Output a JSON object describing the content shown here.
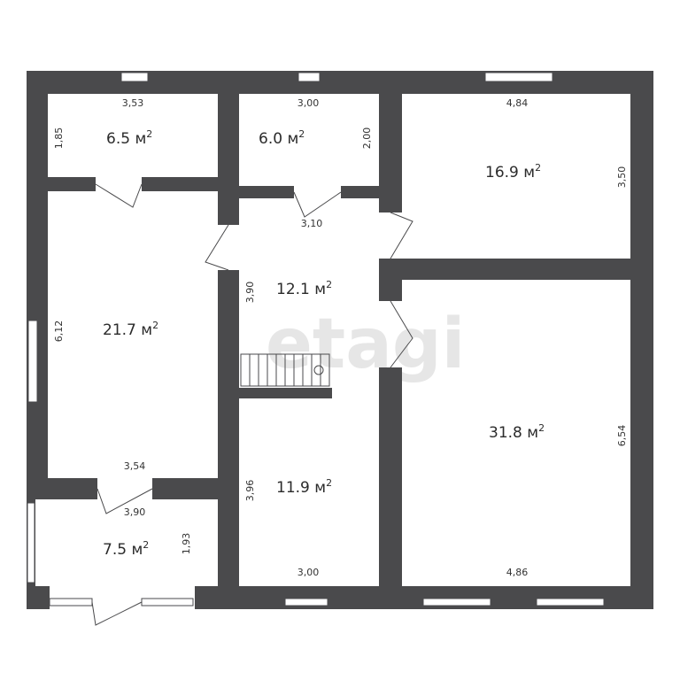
{
  "watermark": "etagi",
  "colors": {
    "wall": "#4a4a4c",
    "floor": "#ffffff",
    "window": "#ffffff",
    "watermark": "#e6e6e6"
  },
  "rooms": [
    {
      "id": "room-6-5",
      "area": "6.5 м",
      "width": "3,53",
      "height": "1,85"
    },
    {
      "id": "room-6-0",
      "area": "6.0 м",
      "width": "3,00",
      "height": "2,00"
    },
    {
      "id": "room-16-9",
      "area": "16.9 м",
      "width": "4,84",
      "height": "3,50"
    },
    {
      "id": "room-12-1",
      "area": "12.1 м",
      "width": "3,10",
      "height": "3,90"
    },
    {
      "id": "room-21-7",
      "area": "21.7 м",
      "width": "3,54",
      "height": "6,12"
    },
    {
      "id": "room-11-9",
      "area": "11.9 м",
      "width": "3,00",
      "height": "3,96"
    },
    {
      "id": "room-31-8",
      "area": "31.8 м",
      "width": "4,86",
      "height": "6,54"
    },
    {
      "id": "room-7-5",
      "area": "7.5 м",
      "width": "3,90",
      "height": "1,93"
    }
  ],
  "area_unit_superscript": "2"
}
